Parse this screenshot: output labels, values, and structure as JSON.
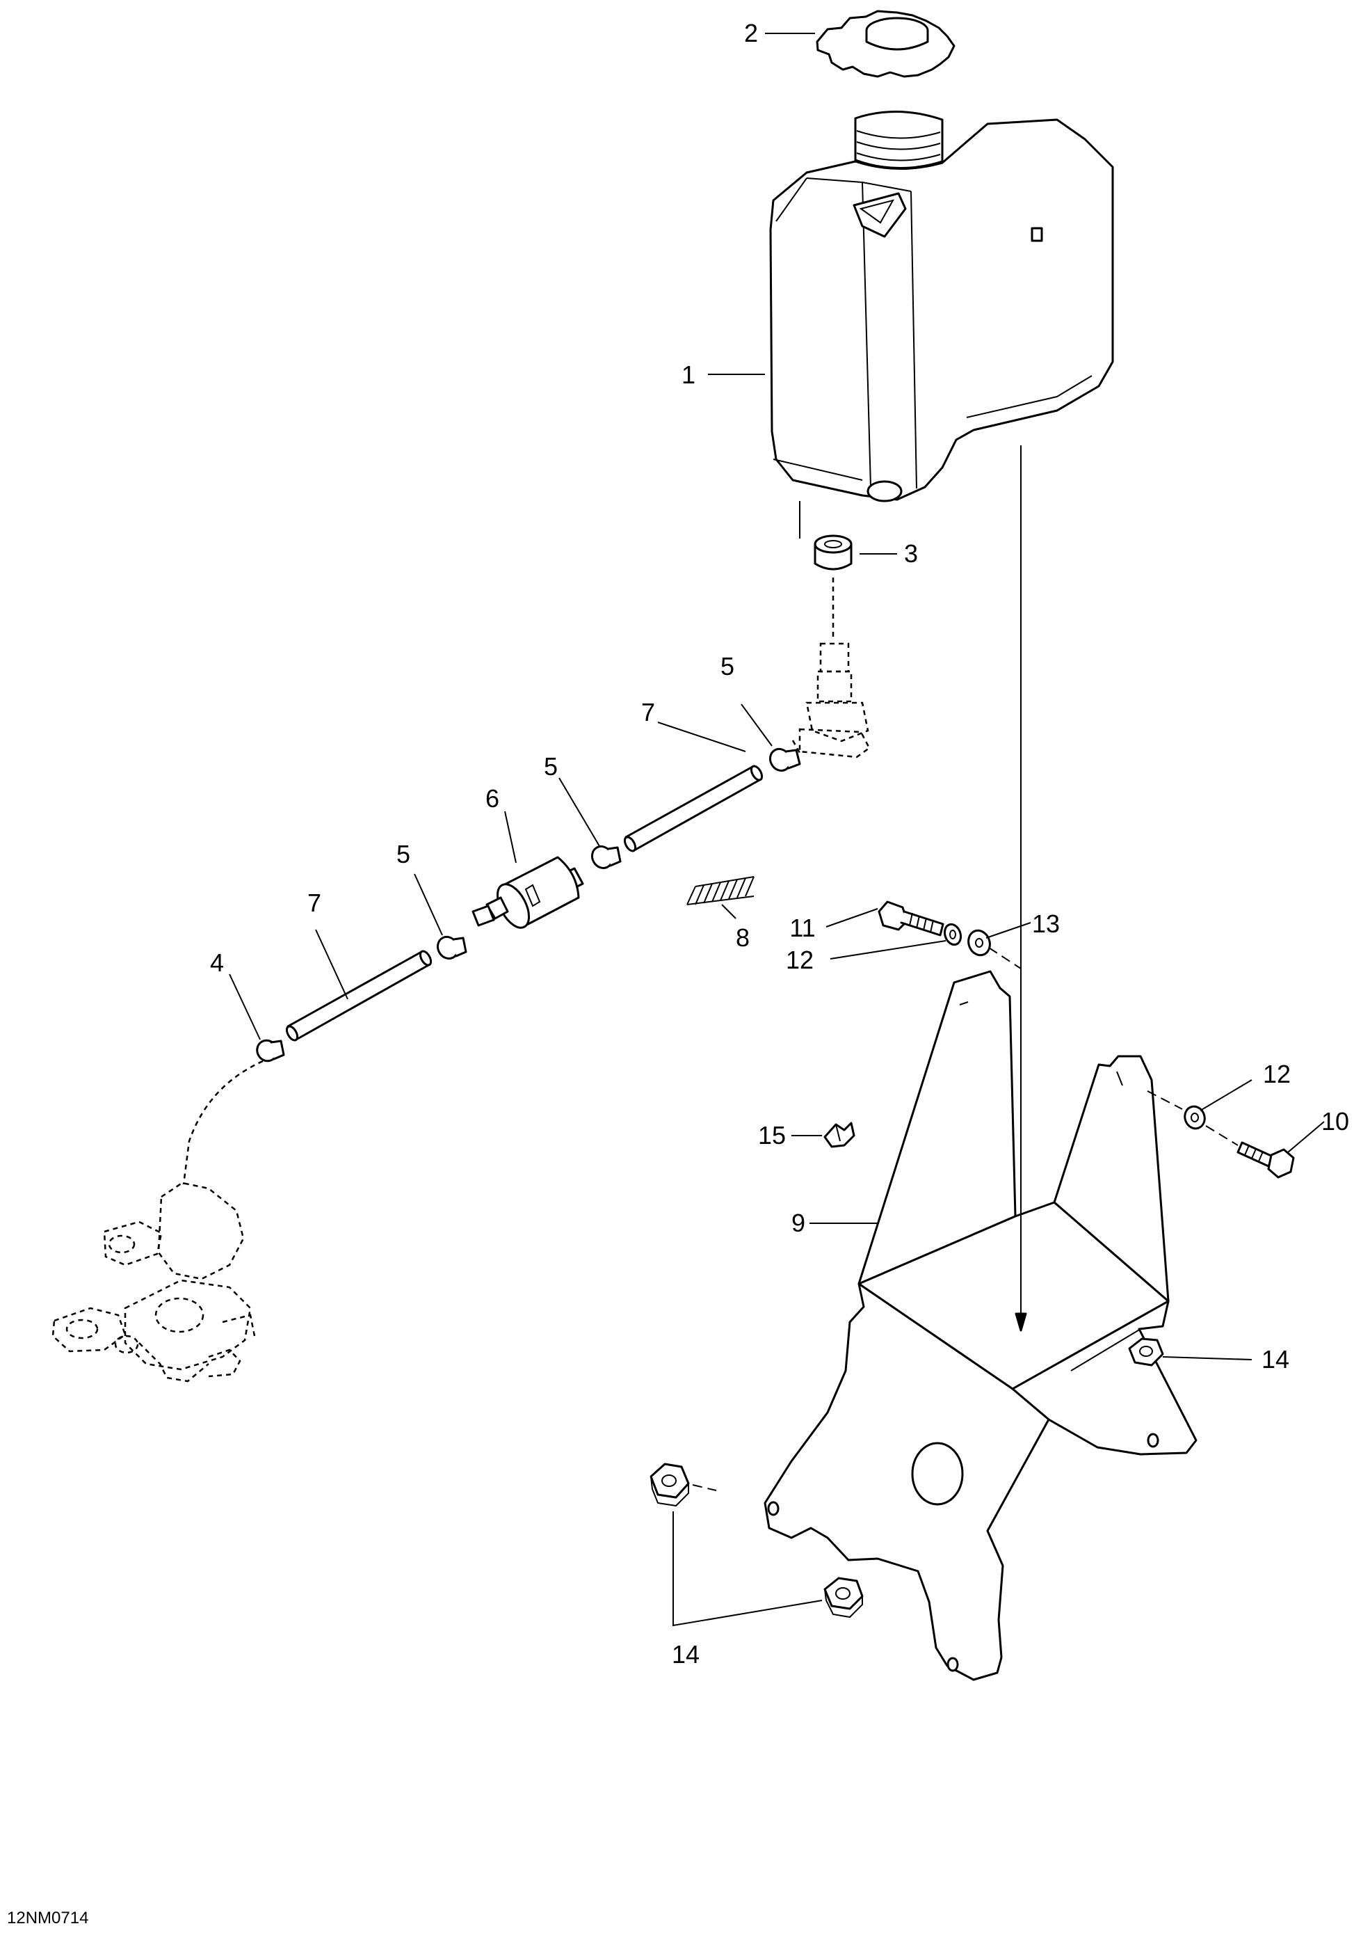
{
  "diagram": {
    "figure_id": "12NM0714",
    "callouts": {
      "c1": "1",
      "c2": "2",
      "c3": "3",
      "c4": "4",
      "c5a": "5",
      "c5b": "5",
      "c5c": "5",
      "c6": "6",
      "c7a": "7",
      "c7b": "7",
      "c8": "8",
      "c9": "9",
      "c10": "10",
      "c11": "11",
      "c12a": "12",
      "c12b": "12",
      "c13": "13",
      "c14a": "14",
      "c14b": "14",
      "c15": "15"
    }
  },
  "colors": {
    "line": "#000000",
    "background": "#ffffff"
  }
}
